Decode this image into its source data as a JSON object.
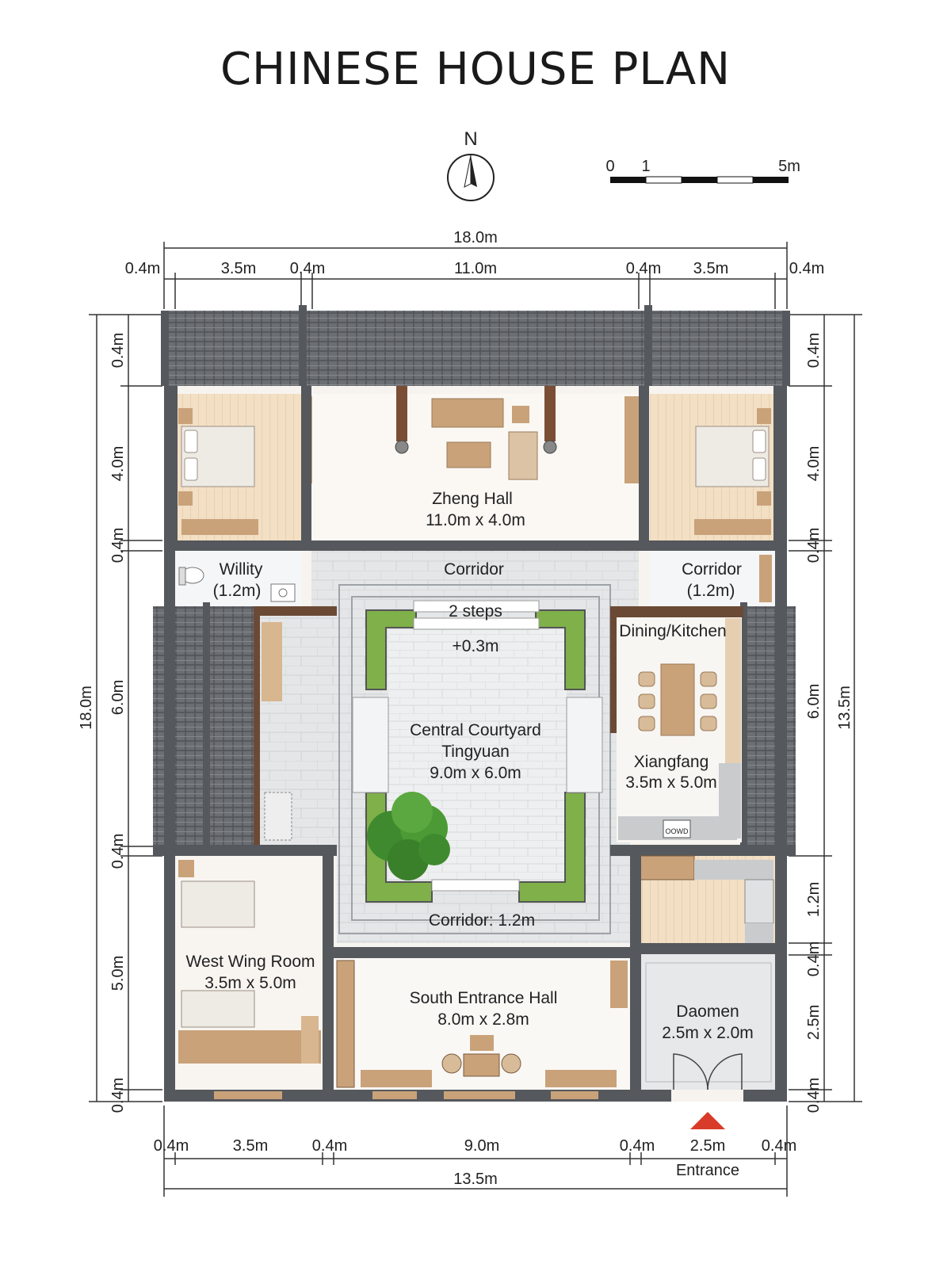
{
  "title": "CHINESE HOUSE PLAN",
  "north": "N",
  "scale": {
    "zero": "0",
    "one": "1",
    "five": "5m"
  },
  "rooms": {
    "zheng_name": "Zheng Hall",
    "zheng_size": "11.0m x 4.0m",
    "willity_name": "Willity",
    "willity_size": "(1.2m)",
    "corridor_top": "Corridor",
    "corridor_right_name": "Corridor",
    "corridor_right_size": "(1.2m)",
    "steps": "2 steps",
    "level": "+0.3m",
    "courtyard_name": "Central Courtyard",
    "courtyard_alt": "Tingyuan",
    "courtyard_size": "9.0m x 6.0m",
    "dining": "Dining/Kitchen",
    "xiangfang_name": "Xiangfang",
    "xiangfang_size": "3.5m x 5.0m",
    "corridor_bottom": "Corridor: 1.2m",
    "west_name": "West Wing Room",
    "west_size": "3.5m x 5.0m",
    "south_name": "South Entrance Hall",
    "south_size": "8.0m x 2.8m",
    "daomen_name": "Daomen",
    "daomen_size": "2.5m x 2.0m",
    "entrance": "Entrance",
    "stove": "OOWD"
  },
  "dims": {
    "top_total": "18.0m",
    "top": [
      "0.4m",
      "3.5m",
      "0.4m",
      "11.0m",
      "0.4m",
      "3.5m",
      "0.4m"
    ],
    "bottom_total": "13.5m",
    "bottom": [
      "0.4m",
      "3.5m",
      "0.4m",
      "9.0m",
      "0.4m",
      "2.5m",
      "0.4m"
    ],
    "left_total": "18.0m",
    "left": [
      "0.4m",
      "4.0m",
      "0.4m",
      "6.0m",
      "0.4m",
      "5.0m",
      "0.4m"
    ],
    "right_total": "13.5m",
    "right": [
      "0.4m",
      "4.0m",
      "0.4m",
      "6.0m",
      "1.2m",
      "0.4m",
      "2.5m",
      "0.4m"
    ]
  },
  "colors": {
    "wall": "#55585c",
    "roof": "#6b6e72",
    "wood_floor": "#f0dcc0",
    "paving": "#e2e4e6",
    "courtyard": "#eeeff0",
    "grass": "#7fb04a",
    "tree": "#3f8a2e",
    "furniture": "#c9a27a",
    "entrance_arrow": "#d93b2b"
  },
  "icons": [
    "compass-icon",
    "tree-icon",
    "entrance-arrow-icon",
    "bed-icon",
    "toilet-icon",
    "sink-icon"
  ]
}
